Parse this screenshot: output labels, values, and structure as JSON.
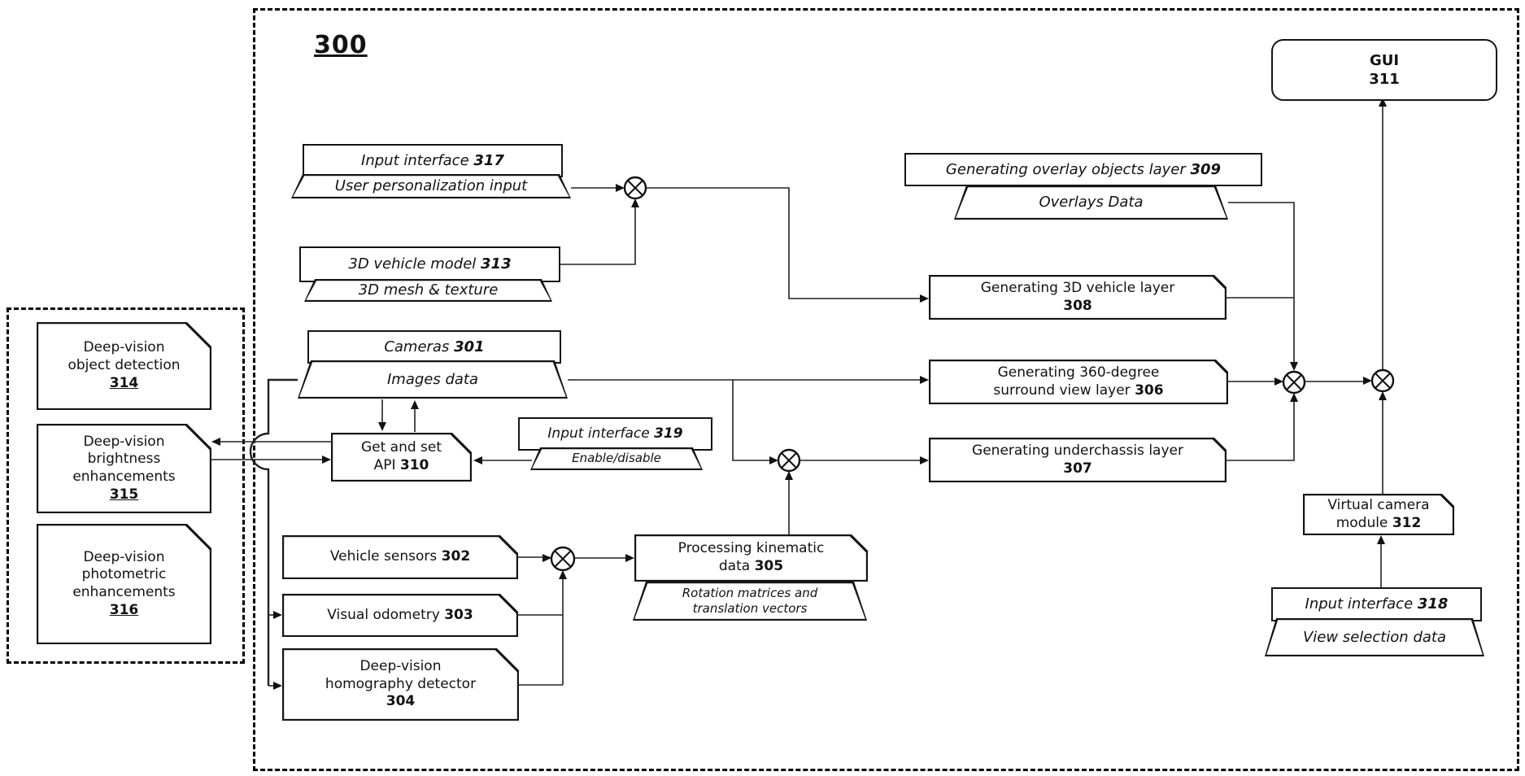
{
  "figure": {
    "label": "300"
  },
  "panel": {
    "p314": {
      "lines": [
        "Deep-vision",
        "object detection"
      ],
      "ref": "314"
    },
    "p315": {
      "lines": [
        "Deep-vision",
        "brightness",
        "enhancements"
      ],
      "ref": "315"
    },
    "p316": {
      "lines": [
        "Deep-vision",
        "photometric",
        "enhancements"
      ],
      "ref": "316"
    }
  },
  "nodes": {
    "n317": {
      "label": "Input interface",
      "ref": "317",
      "data": "User personalization input"
    },
    "n313": {
      "label": "3D vehicle model",
      "ref": "313",
      "data": "3D mesh & texture"
    },
    "n301": {
      "label": "Cameras",
      "ref": "301",
      "data": "Images data"
    },
    "n319": {
      "label": "Input interface",
      "ref": "319",
      "data": "Enable/disable"
    },
    "n310": {
      "l1": "Get and set",
      "l2": "API",
      "ref": "310"
    },
    "n302": {
      "label": "Vehicle sensors",
      "ref": "302"
    },
    "n303": {
      "label": "Visual odometry",
      "ref": "303"
    },
    "n304": {
      "l1": "Deep-vision",
      "l2": "homography detector",
      "ref": "304"
    },
    "n305": {
      "l1": "Processing kinematic",
      "l2": "data",
      "ref": "305",
      "d1": "Rotation matrices and",
      "d2": "translation vectors"
    },
    "n309": {
      "label": "Generating overlay objects layer",
      "ref": "309",
      "data": "Overlays Data"
    },
    "n308": {
      "label": "Generating 3D vehicle layer",
      "ref": "308"
    },
    "n306": {
      "l1": "Generating 360-degree",
      "l2": "surround view layer",
      "ref": "306"
    },
    "n307": {
      "label": "Generating underchassis layer",
      "ref": "307"
    },
    "n311": {
      "label": "GUI",
      "ref": "311"
    },
    "n312": {
      "l1": "Virtual camera",
      "l2": "module",
      "ref": "312"
    },
    "n318": {
      "label": "Input interface",
      "ref": "318",
      "data": "View selection data"
    }
  }
}
